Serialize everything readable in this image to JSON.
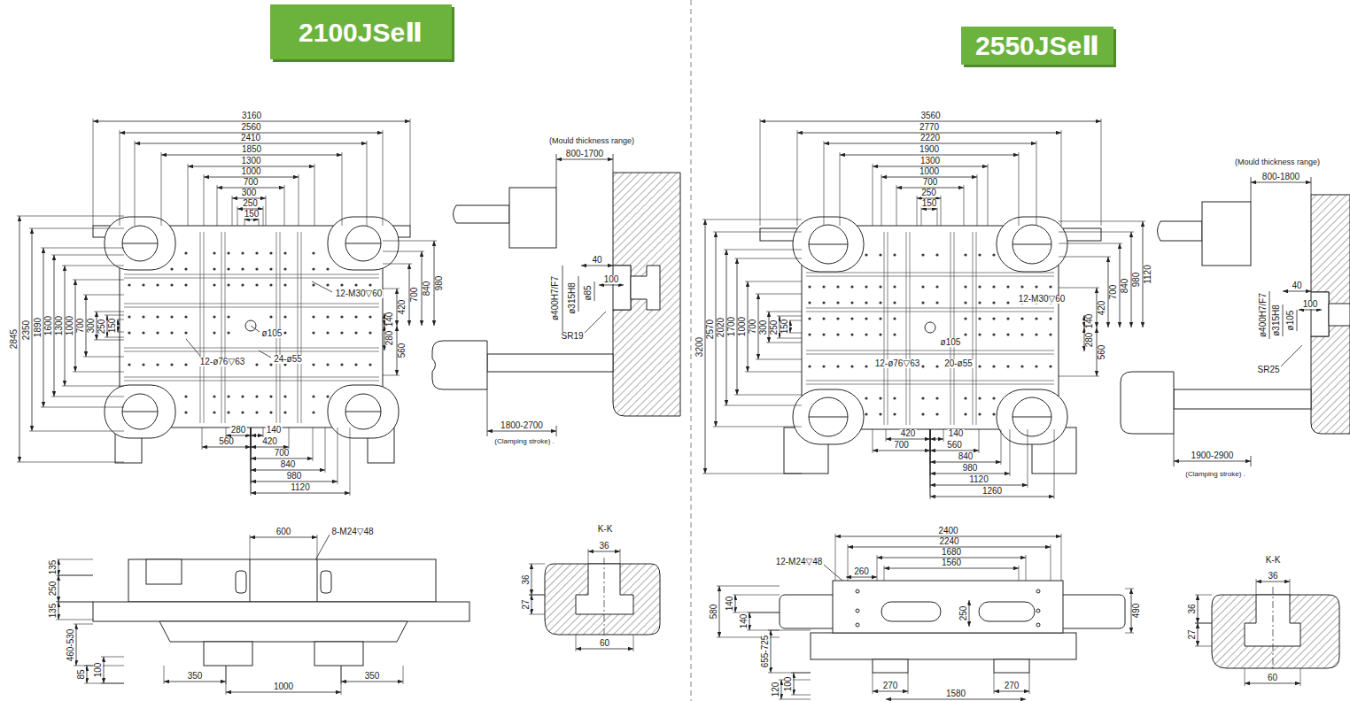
{
  "diagram": {
    "nodes": [
      {
        "text": [
          "2100JSeⅡ"
        ]
      },
      {
        "text": [
          "2550JSeⅡ"
        ]
      }
    ],
    "labels": [
      "3160",
      "2560",
      "2410",
      "1850",
      "1300",
      "1000",
      "700",
      "300",
      "250",
      "150",
      "2845",
      "2350",
      "1890",
      "1600",
      "1300",
      "1000",
      "700",
      "300",
      "250",
      "150",
      "700",
      "840",
      "980",
      "420",
      "140",
      "280",
      "560",
      "280",
      "140",
      "560",
      "420",
      "700",
      "840",
      "980",
      "1120",
      "12-M30▽60",
      "ø105",
      "24-ø55",
      "12-ø76▽63",
      "(Mould thickness range)",
      "800-1700",
      "40",
      "100",
      "ø400H7/F7",
      "ø315H8",
      "ø85",
      "SR19",
      "1800-2700",
      "(Clamping stroke) .",
      "600",
      "8-M24▽48",
      "135",
      "250",
      "135",
      "460-530",
      "85",
      "100",
      "350",
      "1000",
      "350",
      "K-K",
      "36",
      "36",
      "27",
      "60",
      "3560",
      "2770",
      "2220",
      "1900",
      "1300",
      "1000",
      "700",
      "250",
      "150",
      "3200",
      "2570",
      "2020",
      "1700",
      "1000",
      "700",
      "300",
      "250",
      "150",
      "1120",
      "980",
      "840",
      "700",
      "420",
      "140",
      "280",
      "560",
      "420",
      "140",
      "700",
      "560",
      "840",
      "980",
      "1120",
      "1260",
      "12-M30▽60",
      "ø105",
      "12-ø76▽63",
      "20-ø55",
      "(Mould thickness range)",
      "800-1800",
      "40",
      "100",
      "ø400H7/F7",
      "ø315H8",
      "ø105",
      "SR25",
      "1900-2900",
      "(Clamping stroke) .",
      "2400",
      "2240",
      "1680",
      "1560",
      "12-M24▽48",
      "260",
      "580",
      "140",
      "140",
      "250",
      "490",
      "655-725",
      "120",
      "100",
      "270",
      "270",
      "1580",
      "K-K",
      "36",
      "36",
      "27",
      "60"
    ]
  }
}
